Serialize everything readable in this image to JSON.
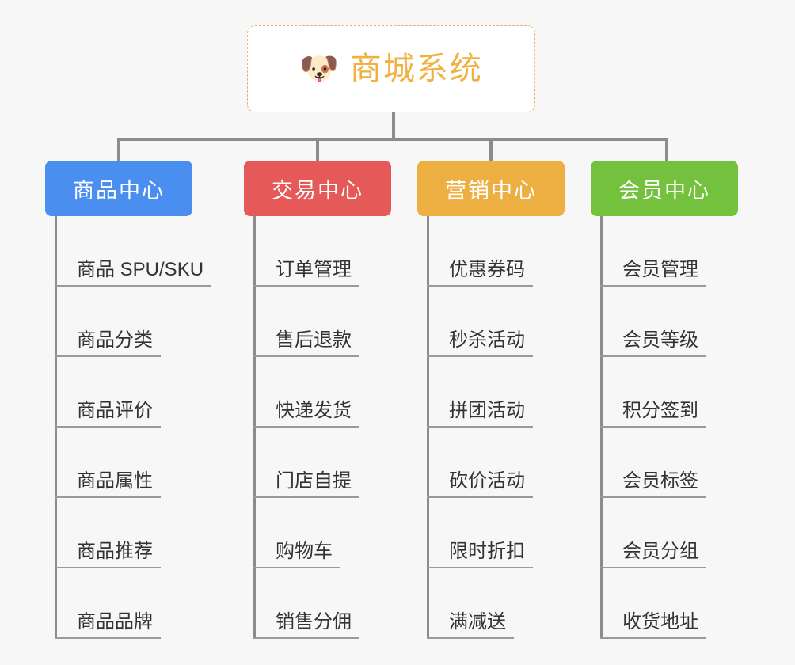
{
  "root": {
    "icon": "dog-face-emoji",
    "emoji": "🐶",
    "title": "商城系统",
    "border_color": "#e8b55c",
    "title_color": "#f0b042"
  },
  "connector_color": "#8c8c8c",
  "background_color": "#f7f7f7",
  "leaf_text_color": "#333333",
  "leaf_underline_color": "#9a9a9a",
  "columns": [
    {
      "title": "商品中心",
      "color": "#4a8ff0",
      "items": [
        "商品 SPU/SKU",
        "商品分类",
        "商品评价",
        "商品属性",
        "商品推荐",
        "商品品牌"
      ]
    },
    {
      "title": "交易中心",
      "color": "#e55a58",
      "items": [
        "订单管理",
        "售后退款",
        "快递发货",
        "门店自提",
        "购物车",
        "销售分佣"
      ]
    },
    {
      "title": "营销中心",
      "color": "#eeaf42",
      "items": [
        "优惠券码",
        "秒杀活动",
        "拼团活动",
        "砍价活动",
        "限时折扣",
        "满减送"
      ]
    },
    {
      "title": "会员中心",
      "color": "#73c13d",
      "items": [
        "会员管理",
        "会员等级",
        "积分签到",
        "会员标签",
        "会员分组",
        "收货地址"
      ]
    }
  ]
}
